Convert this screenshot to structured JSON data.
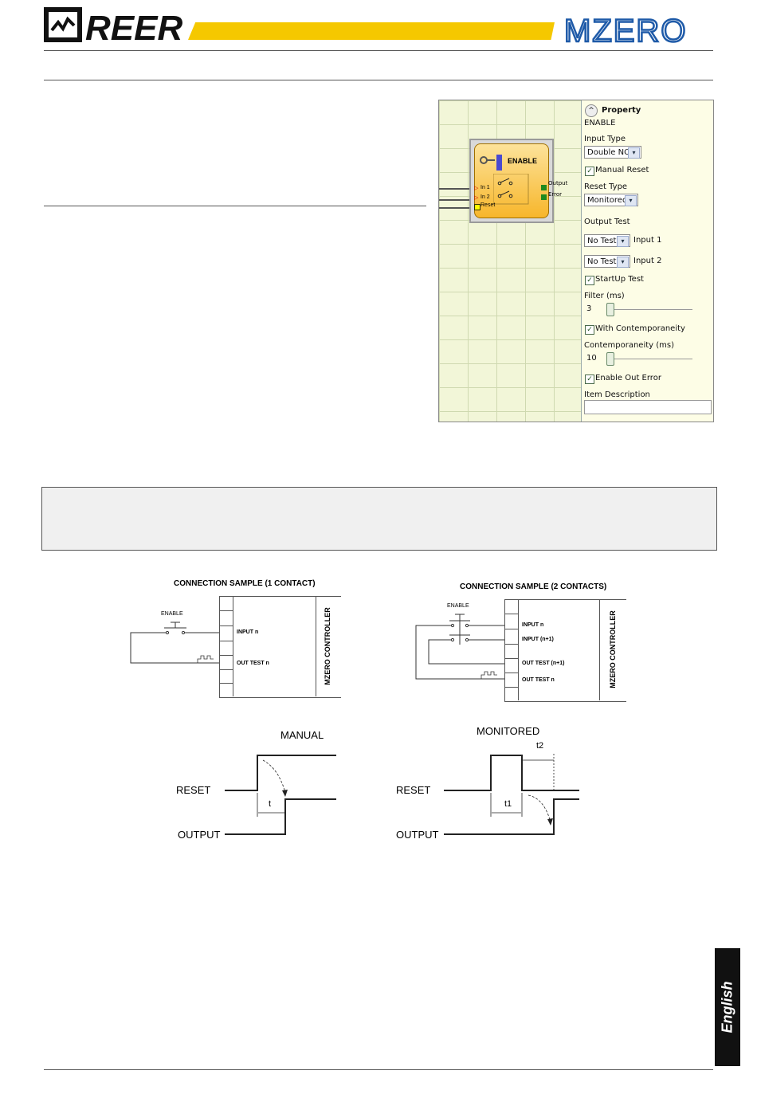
{
  "header": {
    "brand": "REER",
    "product": "MZERO",
    "accent_color": "#f5c800",
    "product_color": "#1e5aa8"
  },
  "property_panel": {
    "block_label": "ENABLE",
    "pins": {
      "in1": "In 1",
      "in2": "In 2",
      "reset": "Reset",
      "output": "Output",
      "error": "Error"
    },
    "title": "Property",
    "subtitle": "ENABLE",
    "input_type_label": "Input Type",
    "input_type_value": "Double NO",
    "manual_reset_label": "Manual Reset",
    "reset_type_label": "Reset Type",
    "reset_type_value": "Monitored",
    "output_test_label": "Output Test",
    "output_test_1_value": "No Test",
    "output_test_1_label": "Input 1",
    "output_test_2_value": "No Test",
    "output_test_2_label": "Input 2",
    "startup_test_label": "StartUp Test",
    "filter_label": "Filter (ms)",
    "filter_value": "3",
    "contemporaneity_check_label": "With Contemporaneity",
    "contemporaneity_label": "Contemporaneity (ms)",
    "contemporaneity_value": "10",
    "enable_out_error_label": "Enable Out Error",
    "item_description_label": "Item Description",
    "item_description_value": ""
  },
  "sample1": {
    "title": "CONNECTION SAMPLE (1 CONTACT)",
    "switch_label": "ENABLE",
    "input_label": "INPUT n",
    "test_label": "OUT TEST n",
    "controller_label": "MZERO CONTROLLER"
  },
  "sample2": {
    "title": "CONNECTION SAMPLE (2 CONTACTS)",
    "switch_label": "ENABLE",
    "input1_label": "INPUT n",
    "input2_label": "INPUT (n+1)",
    "test1_label": "OUT TEST (n+1)",
    "test2_label": "OUT TEST n",
    "controller_label": "MZERO CONTROLLER"
  },
  "timing_manual": {
    "title": "MANUAL",
    "reset_label": "RESET",
    "output_label": "OUTPUT",
    "t_label": "t"
  },
  "timing_monitored": {
    "title": "MONITORED",
    "reset_label": "RESET",
    "output_label": "OUTPUT",
    "t1_label": "t1",
    "t2_label": "t2"
  },
  "side_tab": {
    "language": "English"
  }
}
